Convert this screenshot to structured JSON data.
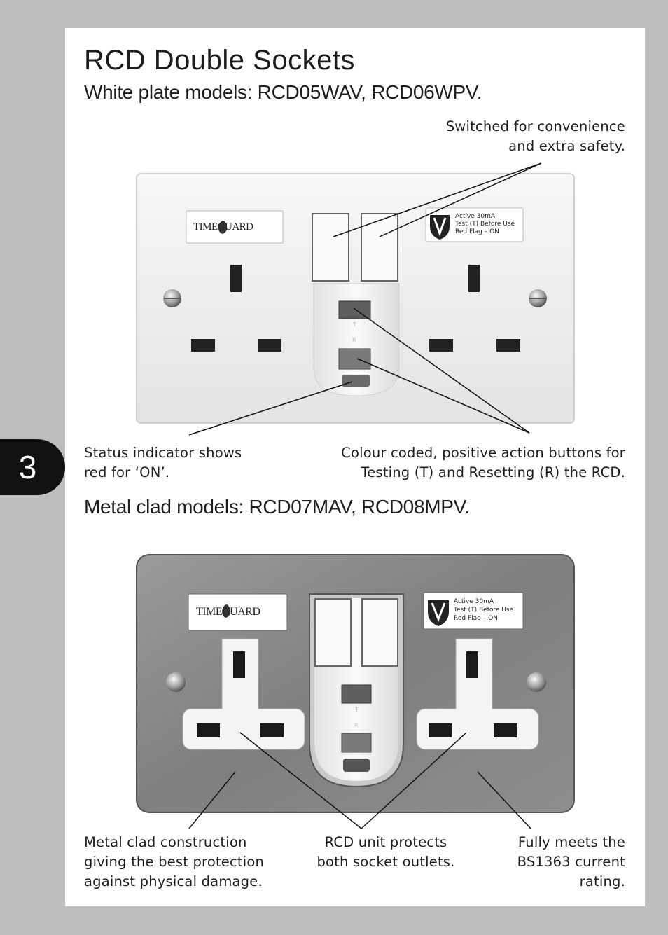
{
  "page": {
    "title": "RCD Double Sockets",
    "section_number": "3"
  },
  "white_section": {
    "heading": "White plate models: RCD05WAV, RCD06WPV.",
    "callouts": {
      "switched": [
        "Switched for convenience",
        "and extra safety."
      ],
      "status": [
        "Status indicator shows",
        "red for ‘ON’."
      ],
      "buttons": [
        "Colour coded, positive action buttons for",
        "Testing (T) and Resetting (R) the RCD."
      ]
    }
  },
  "metal_section": {
    "heading": "Metal clad models: RCD07MAV, RCD08MPV.",
    "callouts": {
      "construction": [
        "Metal clad construction",
        "giving the best protection",
        "against physical damage."
      ],
      "rcd_unit": [
        "RCD unit protects",
        "both socket outlets."
      ],
      "rating": [
        "Fully meets the",
        "BS1363 current",
        "rating."
      ]
    }
  },
  "product_labels": {
    "brand": "TIMEGUARD",
    "badge_lines": [
      "Active 30mA",
      "Test (T) Before Use",
      "Red Flag – ON"
    ],
    "test_letter": "T",
    "reset_letter": "R"
  },
  "icons": [
    "timeguard-logo-icon",
    "shield-v-icon",
    "screw-icon"
  ]
}
